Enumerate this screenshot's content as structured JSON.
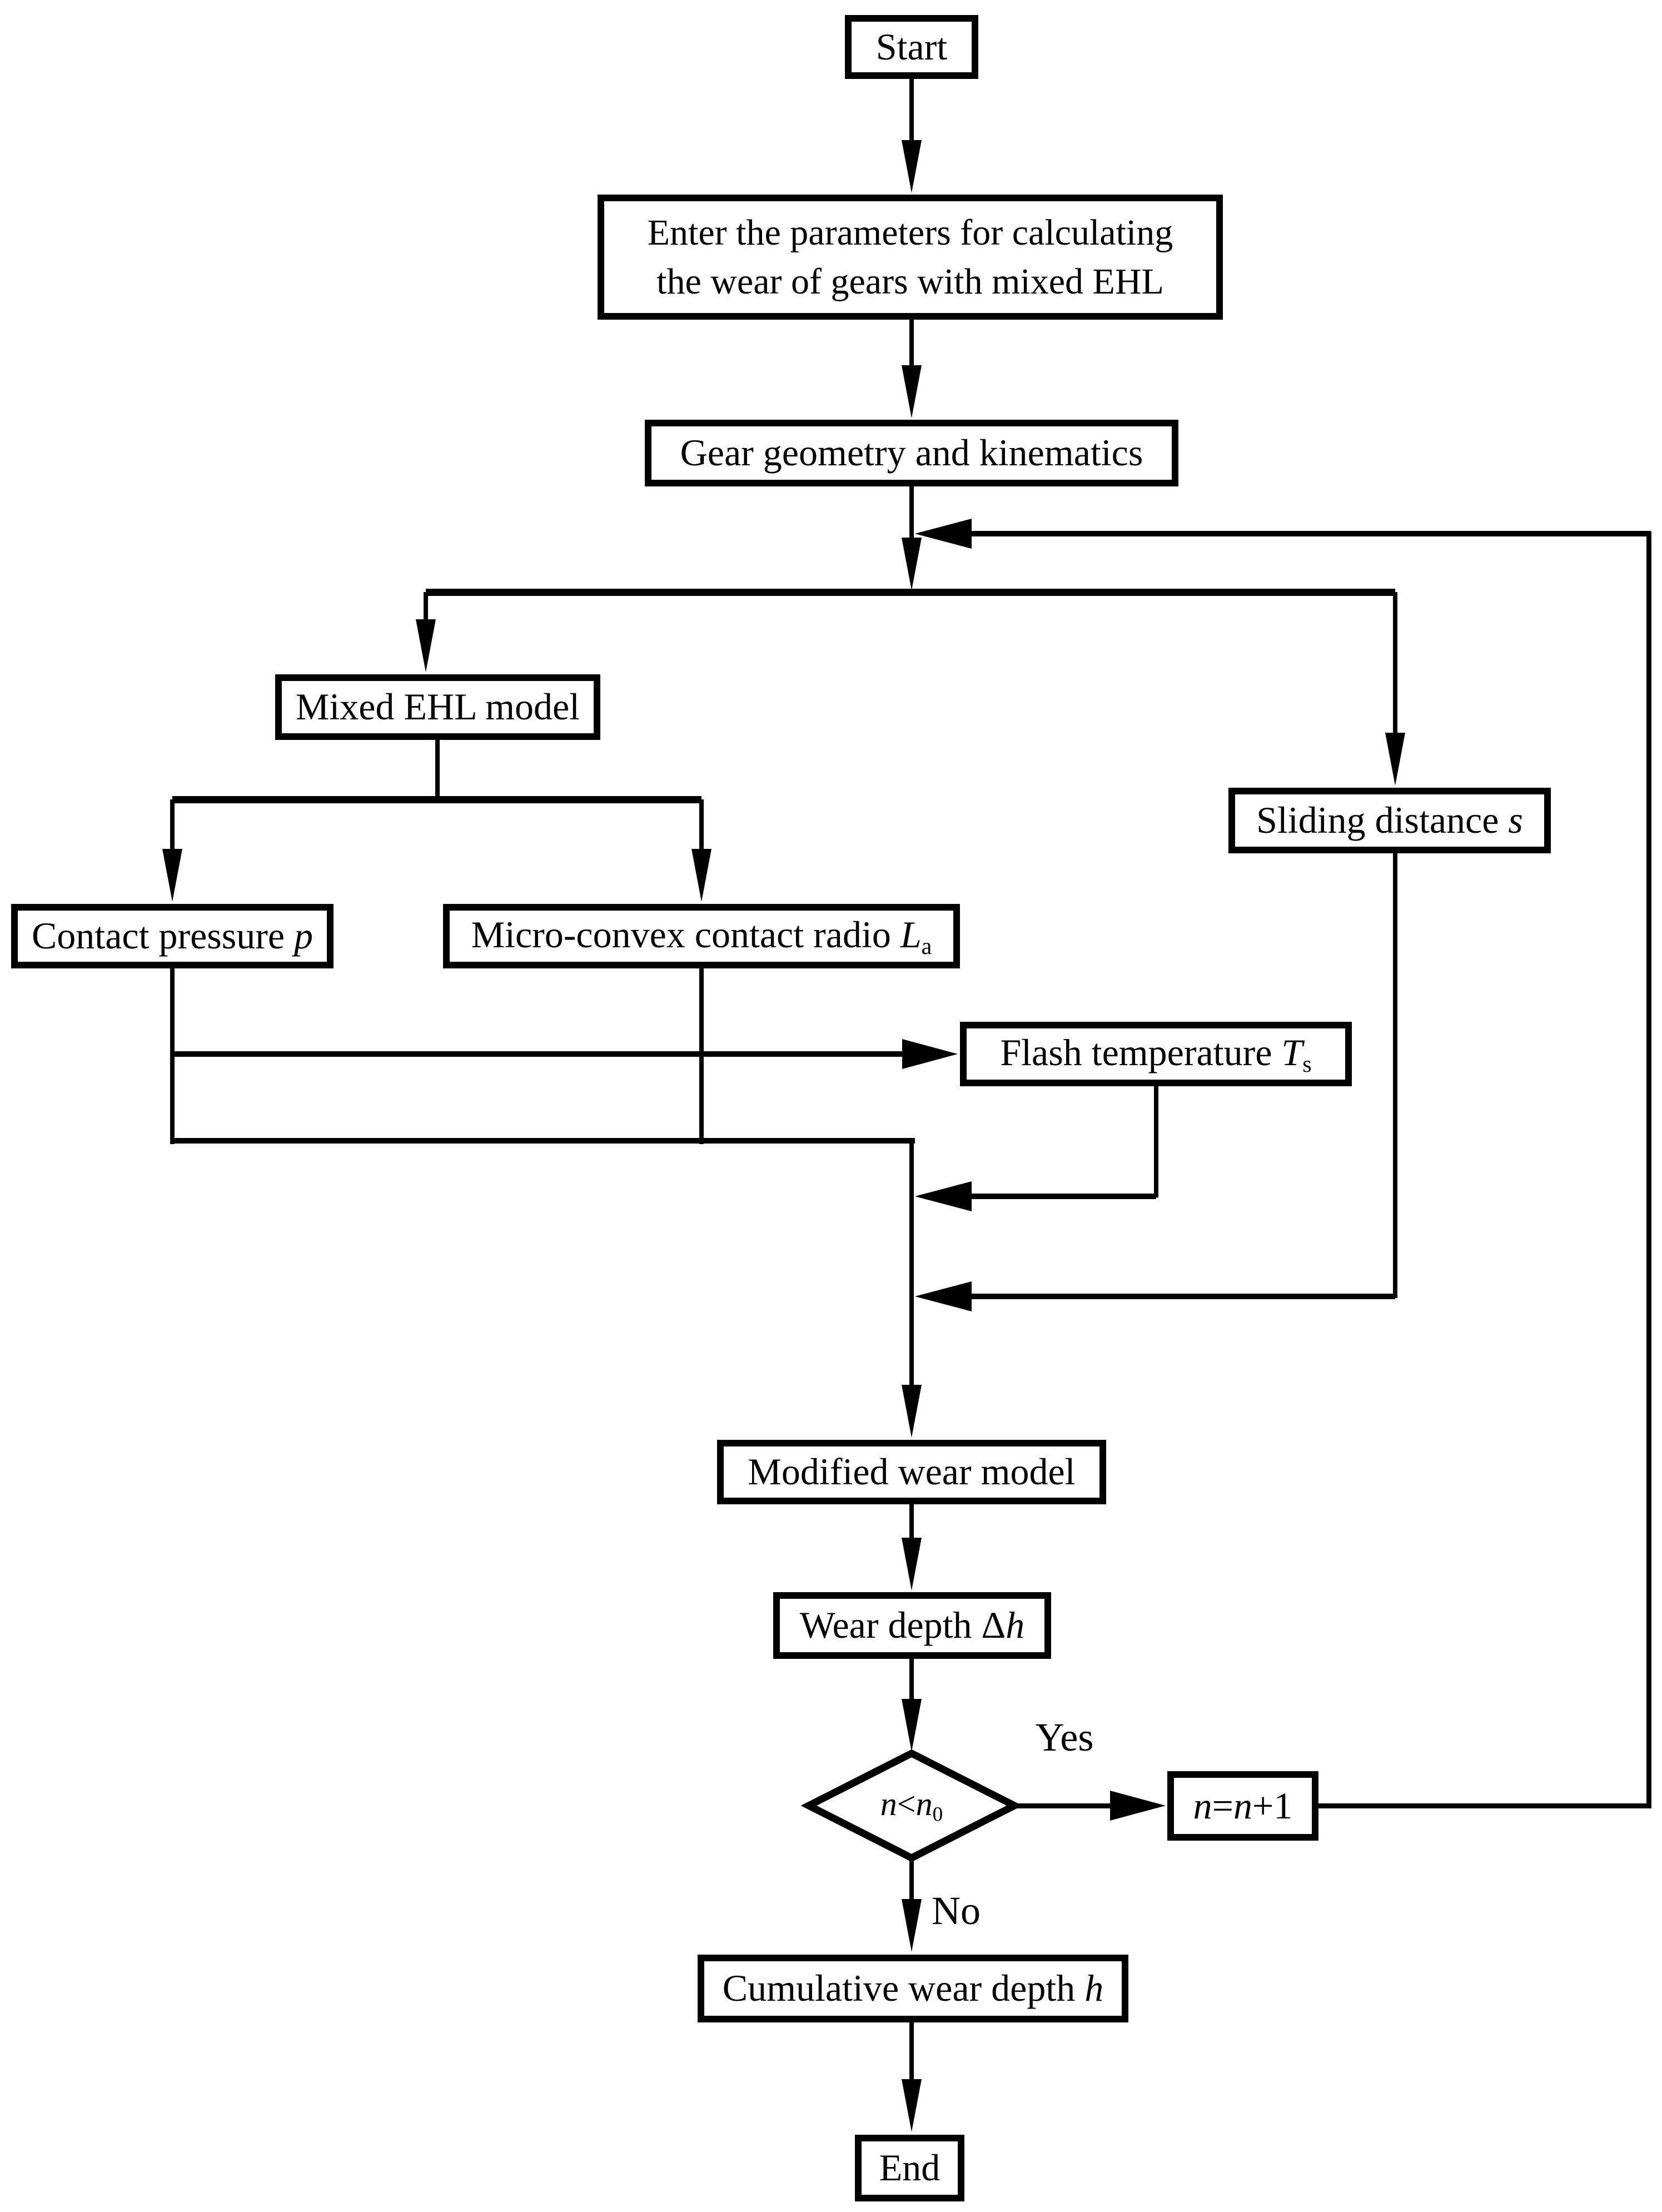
{
  "diagram": {
    "title_semantic": "Gear mixed-EHL wear calculation flowchart",
    "colors": {
      "background": "#ffffff",
      "line": "#000000",
      "text": "#000000"
    },
    "nodes": {
      "start": {
        "parts": [
          {
            "t": "Start"
          }
        ]
      },
      "enter_parameters": {
        "parts": [
          {
            "t": "Enter the parameters for calculating"
          },
          {
            "br": true
          },
          {
            "t": "the wear of gears with mixed EHL"
          }
        ]
      },
      "gear_geometry": {
        "parts": [
          {
            "t": "Gear geometry and kinematics"
          }
        ]
      },
      "mixed_ehl": {
        "parts": [
          {
            "t": "Mixed EHL model"
          }
        ]
      },
      "sliding_distance": {
        "parts": [
          {
            "t": "Sliding distance "
          },
          {
            "t": "s",
            "s": "i"
          }
        ]
      },
      "contact_pressure": {
        "parts": [
          {
            "t": "Contact pressure "
          },
          {
            "t": "p",
            "s": "i"
          }
        ]
      },
      "micro_convex": {
        "parts": [
          {
            "t": "Micro-convex contact radio "
          },
          {
            "t": "L",
            "s": "i"
          },
          {
            "t": "a",
            "s": "sub"
          }
        ]
      },
      "flash_temperature": {
        "parts": [
          {
            "t": "Flash temperature "
          },
          {
            "t": "T",
            "s": "i"
          },
          {
            "t": "s",
            "s": "sub"
          }
        ]
      },
      "modified_wear": {
        "parts": [
          {
            "t": "Modified wear model"
          }
        ]
      },
      "wear_depth": {
        "parts": [
          {
            "t": "Wear depth Δ"
          },
          {
            "t": "h",
            "s": "i"
          }
        ]
      },
      "decision": {
        "parts": [
          {
            "t": "n",
            "s": "i"
          },
          {
            "t": "<"
          },
          {
            "t": "n",
            "s": "i"
          },
          {
            "t": "0",
            "s": "sub"
          }
        ]
      },
      "increment": {
        "parts": [
          {
            "t": "n",
            "s": "i"
          },
          {
            "t": "="
          },
          {
            "t": "n",
            "s": "i"
          },
          {
            "t": "+1"
          }
        ]
      },
      "cumulative_wear": {
        "parts": [
          {
            "t": "Cumulative wear depth "
          },
          {
            "t": "h",
            "s": "i"
          }
        ]
      },
      "end": {
        "parts": [
          {
            "t": "End"
          }
        ]
      }
    },
    "edge_labels": {
      "yes": "Yes",
      "no": "No"
    }
  }
}
